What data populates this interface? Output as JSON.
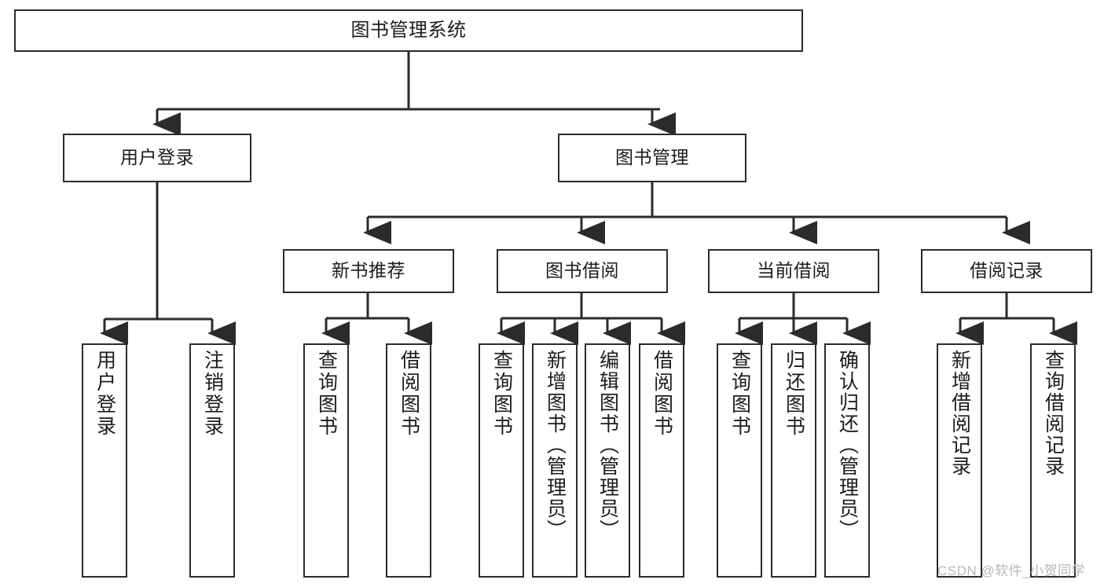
{
  "diagram": {
    "title": "图书管理系统",
    "watermark": "CSDN @软件_小贺同学",
    "root": {
      "label": "图书管理系统"
    },
    "level1": [
      {
        "label": "用户登录"
      },
      {
        "label": "图书管理"
      }
    ],
    "level2": [
      {
        "label": "新书推荐"
      },
      {
        "label": "图书借阅"
      },
      {
        "label": "当前借阅"
      },
      {
        "label": "借阅记录"
      }
    ],
    "leaves": [
      {
        "label": "用户登录",
        "parent": "用户登录"
      },
      {
        "label": "注销登录",
        "parent": "用户登录"
      },
      {
        "label": "查询图书",
        "parent": "新书推荐"
      },
      {
        "label": "借阅图书",
        "parent": "新书推荐"
      },
      {
        "label": "查询图书",
        "parent": "图书借阅"
      },
      {
        "label": "新增图书（管理员）",
        "parent": "图书借阅"
      },
      {
        "label": "编辑图书（管理员）",
        "parent": "图书借阅"
      },
      {
        "label": "借阅图书",
        "parent": "图书借阅"
      },
      {
        "label": "查询图书",
        "parent": "当前借阅"
      },
      {
        "label": "归还图书",
        "parent": "当前借阅"
      },
      {
        "label": "确认归还（管理员）",
        "parent": "当前借阅"
      },
      {
        "label": "新增借阅记录",
        "parent": "借阅记录"
      },
      {
        "label": "查询借阅记录",
        "parent": "借阅记录"
      }
    ],
    "colors": {
      "stroke": "#2b2b2b",
      "background": "#ffffff",
      "text": "#1c1c1c",
      "watermark": "#b7b7b7"
    }
  }
}
